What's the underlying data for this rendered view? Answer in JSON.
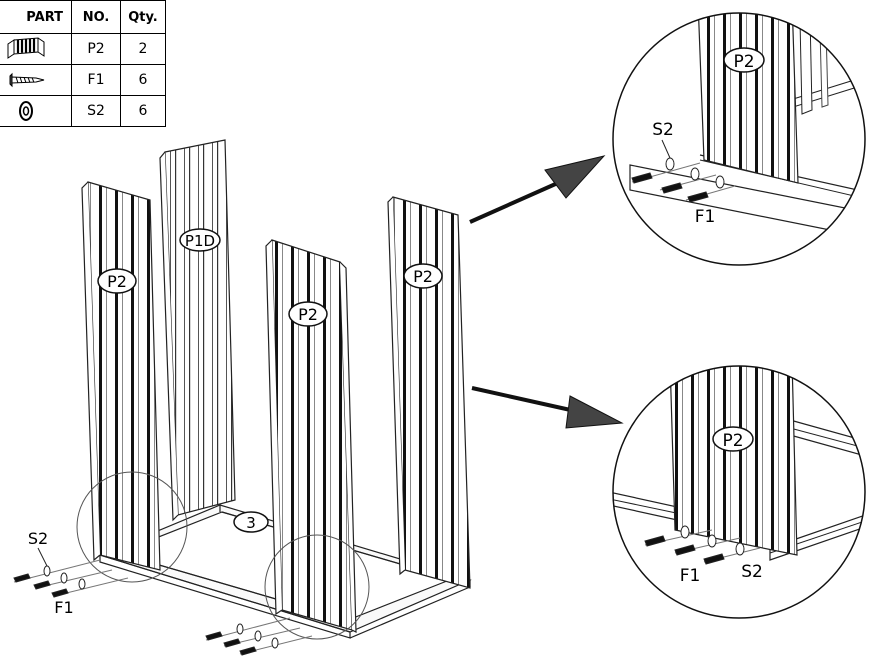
{
  "table": {
    "headers": [
      "PART",
      "NO.",
      "Qty."
    ],
    "rows": [
      {
        "icon": "panel-icon",
        "no": "P2",
        "qty": "2"
      },
      {
        "icon": "screw-icon",
        "no": "F1",
        "qty": "6"
      },
      {
        "icon": "washer-icon",
        "no": "S2",
        "qty": "6"
      }
    ]
  },
  "labels": {
    "p2_left": "P2",
    "p1d": "P1D",
    "p2_center": "P2",
    "p2_right": "P2",
    "base_3": "3",
    "s2_main": "S2",
    "f1_main": "F1",
    "detail_top_p2": "P2",
    "detail_top_s2": "S2",
    "detail_top_f1": "F1",
    "detail_bottom_p2": "P2",
    "detail_bottom_f1": "F1",
    "detail_bottom_s2": "S2"
  }
}
